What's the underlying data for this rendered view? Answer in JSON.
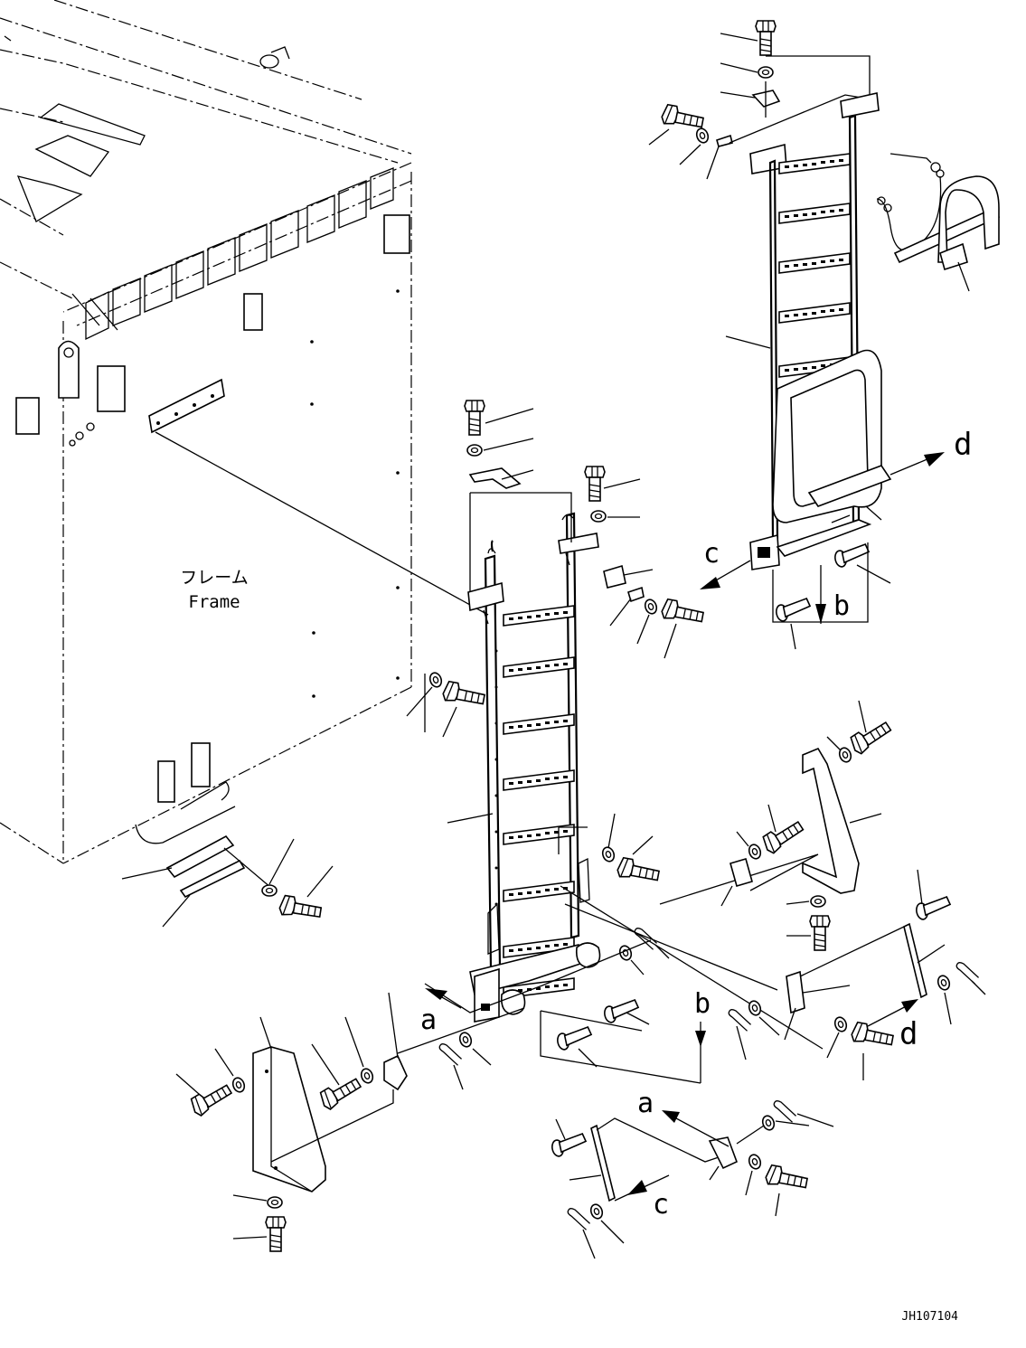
{
  "frame_label": {
    "japanese": "フレーム",
    "english": "Frame"
  },
  "callouts": {
    "a_upper": "a",
    "a_lower": "a",
    "b_upper": "b",
    "b_lower": "b",
    "c_upper": "c",
    "c_lower": "c",
    "d_upper": "d",
    "d_lower": "d"
  },
  "drawing_number": "JH107104",
  "icons": {
    "bolt": "hex-bolt-icon",
    "washer": "washer-icon",
    "pin": "clevis-pin-icon",
    "cotter": "cotter-pin-icon"
  }
}
